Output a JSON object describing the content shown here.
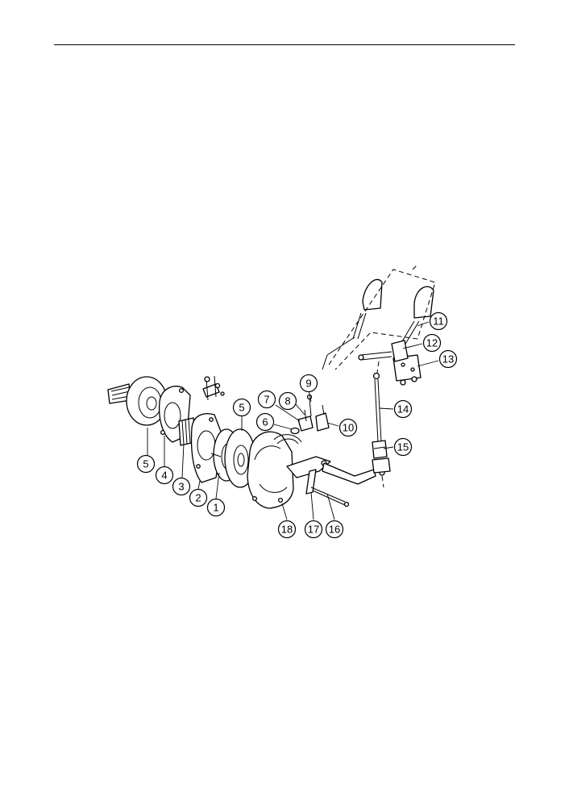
{
  "callouts": [
    {
      "label": "1"
    },
    {
      "label": "2"
    },
    {
      "label": "3"
    },
    {
      "label": "4"
    },
    {
      "label": "5"
    },
    {
      "label": "5"
    },
    {
      "label": "6"
    },
    {
      "label": "7"
    },
    {
      "label": "8"
    },
    {
      "label": "9"
    },
    {
      "label": "10"
    },
    {
      "label": "11"
    },
    {
      "label": "12"
    },
    {
      "label": "13"
    },
    {
      "label": "14"
    },
    {
      "label": "15"
    },
    {
      "label": "16"
    },
    {
      "label": "17"
    },
    {
      "label": "18"
    }
  ]
}
